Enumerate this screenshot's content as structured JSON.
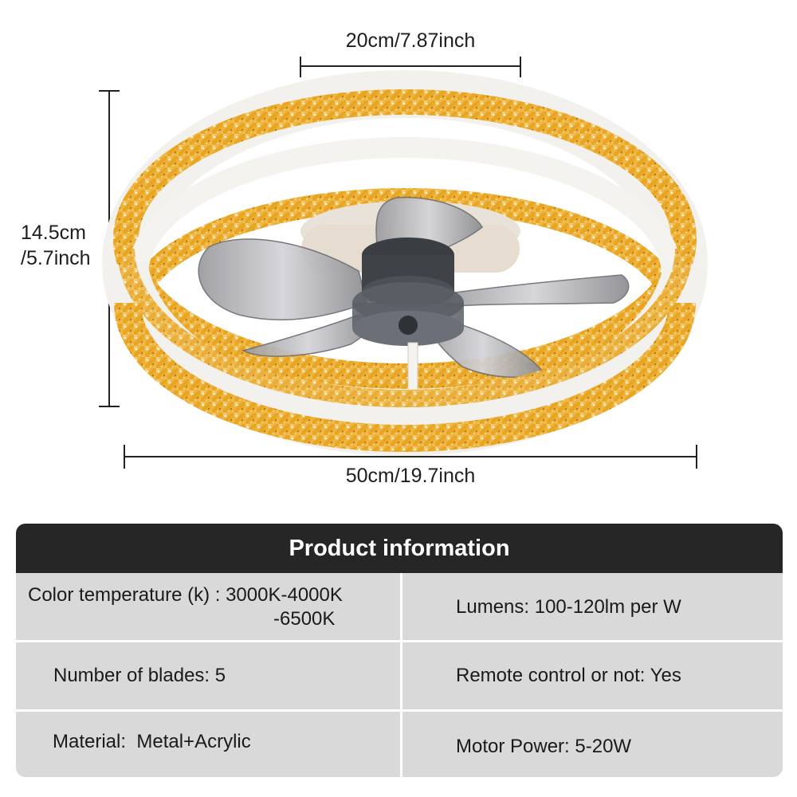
{
  "dimensions": {
    "top_width": "20cm/7.87inch",
    "height_line1": "14.5cm",
    "height_line2": "/5.7inch",
    "diameter": "50cm/19.7inch"
  },
  "product_info": {
    "title": "Product information",
    "rows": [
      {
        "left": "Color temperature (k) : 3000K-4000K",
        "left_continued": "-6500K",
        "right": "Lumens: 100-120lm per W"
      },
      {
        "left": "Number of blades: 5",
        "right": "Remote control or not: Yes"
      },
      {
        "left": "Material:  Metal+Acrylic",
        "right": "Motor Power: 5-20W"
      }
    ]
  },
  "colors": {
    "ring_amber": "#e8a21c",
    "ring_glow": "#f6d27a",
    "frame_white": "#f3f1ee",
    "header_dark": "#262626",
    "table_gray": "#d9d9d9"
  }
}
